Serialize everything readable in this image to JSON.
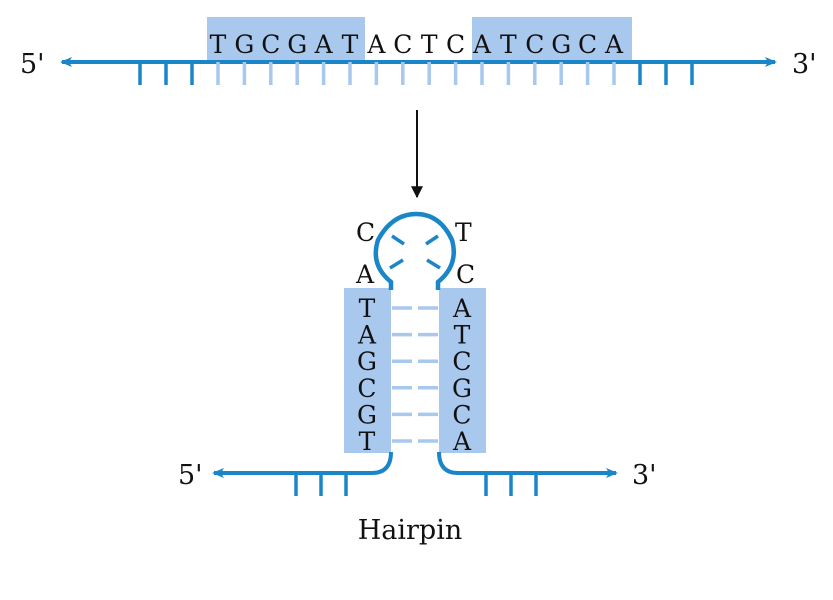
{
  "colors": {
    "strand": "#1a86c7",
    "highlight": "#a9c8ee",
    "pair_line": "#a9c8ee",
    "text": "#111111"
  },
  "linear": {
    "five_prime": "5'",
    "three_prime": "3'",
    "sequence": [
      "T",
      "G",
      "C",
      "G",
      "A",
      "T",
      "A",
      "C",
      "T",
      "C",
      "A",
      "T",
      "C",
      "G",
      "C",
      "A"
    ]
  },
  "hairpin": {
    "loop": {
      "top_left": "C",
      "top_right": "T",
      "bottom_left": "A",
      "bottom_right": "C"
    },
    "left_stem": [
      "T",
      "A",
      "G",
      "C",
      "G",
      "T"
    ],
    "right_stem": [
      "A",
      "T",
      "C",
      "G",
      "C",
      "A"
    ],
    "five_prime": "5'",
    "three_prime": "3'",
    "caption": "Hairpin"
  },
  "icons": {
    "transform_arrow": "down-arrow-icon"
  }
}
